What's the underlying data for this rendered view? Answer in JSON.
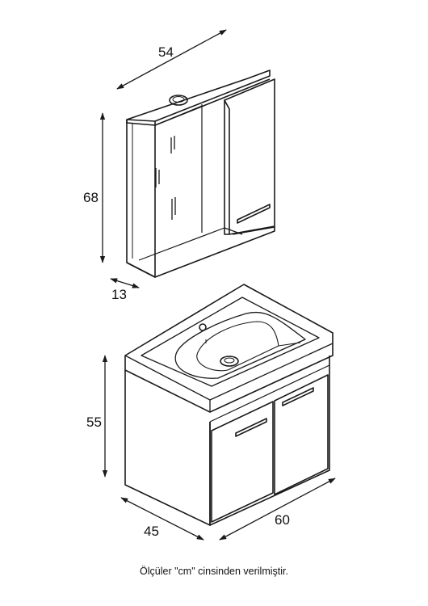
{
  "dimensions": {
    "mirror_cabinet": {
      "width": "54",
      "height": "68",
      "depth": "13"
    },
    "vanity": {
      "height": "55",
      "depth": "45",
      "width": "60"
    }
  },
  "caption": "Ölçüler \"cm\" cinsinden verilmiştir.",
  "colors": {
    "line": "#1a1a1a",
    "background": "#ffffff"
  }
}
